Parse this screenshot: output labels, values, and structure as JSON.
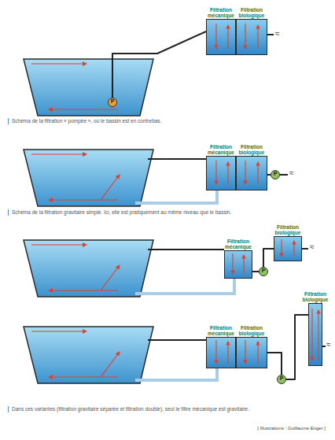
{
  "diagram": {
    "nodes": [
      {
        "text": [
          "Filtration mécanique"
        ]
      },
      {
        "text": [
          "Filtration biologique"
        ]
      },
      {
        "text": [
          "P"
        ]
      },
      {
        "text": [
          "Filtration mécanique"
        ]
      },
      {
        "text": [
          "Filtration biologique"
        ]
      },
      {
        "text": [
          "P"
        ]
      },
      {
        "text": [
          "Filtration mécanique"
        ]
      },
      {
        "text": [
          "P"
        ]
      },
      {
        "text": [
          "Filtration biologique"
        ]
      },
      {
        "text": [
          "Filtration biologique"
        ]
      },
      {
        "text": [
          "Filtration mécanique"
        ]
      },
      {
        "text": [
          "Filtration biologique"
        ]
      },
      {
        "text": [
          "P"
        ]
      }
    ],
    "edges": [
      {
        "from": 2,
        "to": 0,
        "arrow": "none"
      },
      {
        "from": 4,
        "to": 5,
        "arrow": "none"
      },
      {
        "from": 6,
        "to": 7,
        "arrow": "none"
      },
      {
        "from": 7,
        "to": 8,
        "arrow": "none"
      },
      {
        "from": 11,
        "to": 12,
        "arrow": "none"
      },
      {
        "from": 12,
        "to": 9,
        "arrow": "none"
      }
    ],
    "labels": [
      "≈",
      "Schéma de la filtration « pompée », où le bassin est en contrebas.",
      "≈",
      "Schéma de la filtration gravitaire simple. Ici, elle est pratiquement au même niveau que le bassin.",
      "≈",
      "≈",
      "Dans ces variantes (filtration gravitaire séparée et filtration double), seul le filtre mécanique est gravitaire.",
      "[ Illustrations : Guillaume Enger ]"
    ]
  }
}
